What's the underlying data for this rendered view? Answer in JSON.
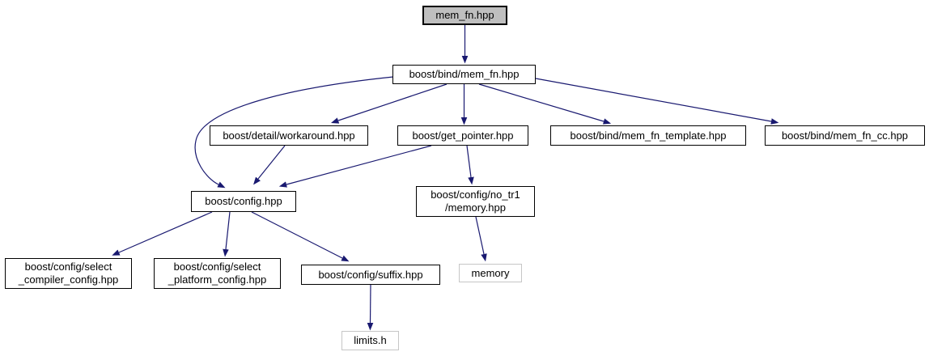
{
  "diagram": {
    "type": "include-dependency-graph",
    "background_color": "#ffffff",
    "edge_color": "#191970",
    "node_border_color": "#000000",
    "external_node_border_color": "#c6c6c6",
    "root_node_fill": "#bfbfbf",
    "nodes": {
      "root": {
        "label": "mem_fn.hpp"
      },
      "bind_mem_fn": {
        "label": "boost/bind/mem_fn.hpp"
      },
      "workaround": {
        "label": "boost/detail/workaround.hpp"
      },
      "get_pointer": {
        "label": "boost/get_pointer.hpp"
      },
      "mem_fn_template": {
        "label": "boost/bind/mem_fn_template.hpp"
      },
      "mem_fn_cc": {
        "label": "boost/bind/mem_fn_cc.hpp"
      },
      "config": {
        "label": "boost/config.hpp"
      },
      "no_tr1_memory": {
        "label": "boost/config/no_tr1\n/memory.hpp"
      },
      "select_compiler": {
        "label": "boost/config/select\n_compiler_config.hpp"
      },
      "select_platform": {
        "label": "boost/config/select\n_platform_config.hpp"
      },
      "suffix": {
        "label": "boost/config/suffix.hpp"
      },
      "memory": {
        "label": "memory"
      },
      "limits": {
        "label": "limits.h"
      }
    },
    "edges": [
      {
        "from": "mem_fn.hpp",
        "to": "boost/bind/mem_fn.hpp"
      },
      {
        "from": "boost/bind/mem_fn.hpp",
        "to": "boost/detail/workaround.hpp"
      },
      {
        "from": "boost/bind/mem_fn.hpp",
        "to": "boost/get_pointer.hpp"
      },
      {
        "from": "boost/bind/mem_fn.hpp",
        "to": "boost/bind/mem_fn_template.hpp"
      },
      {
        "from": "boost/bind/mem_fn.hpp",
        "to": "boost/bind/mem_fn_cc.hpp"
      },
      {
        "from": "boost/bind/mem_fn.hpp",
        "to": "boost/config.hpp"
      },
      {
        "from": "boost/detail/workaround.hpp",
        "to": "boost/config.hpp"
      },
      {
        "from": "boost/get_pointer.hpp",
        "to": "boost/config.hpp"
      },
      {
        "from": "boost/get_pointer.hpp",
        "to": "boost/config/no_tr1/memory.hpp"
      },
      {
        "from": "boost/config/no_tr1/memory.hpp",
        "to": "memory"
      },
      {
        "from": "boost/config.hpp",
        "to": "boost/config/select_compiler_config.hpp"
      },
      {
        "from": "boost/config.hpp",
        "to": "boost/config/select_platform_config.hpp"
      },
      {
        "from": "boost/config.hpp",
        "to": "boost/config/suffix.hpp"
      },
      {
        "from": "boost/config/suffix.hpp",
        "to": "limits.h"
      }
    ]
  }
}
